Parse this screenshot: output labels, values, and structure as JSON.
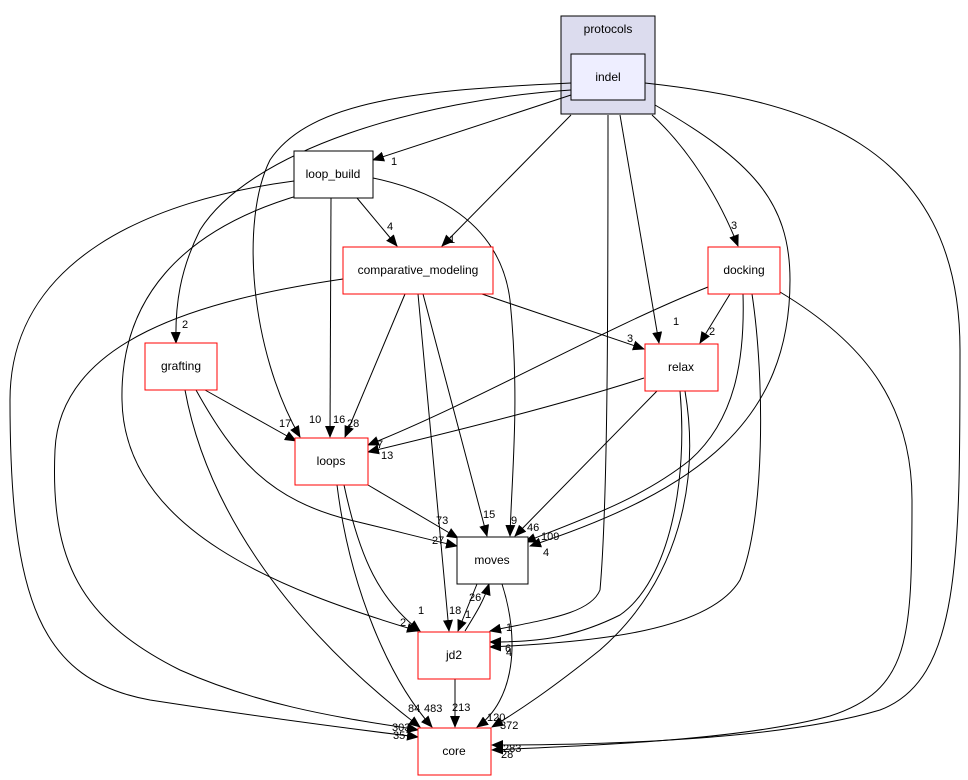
{
  "cluster": {
    "label": "protocols",
    "fill": "#dcdcee",
    "stroke": "#000000"
  },
  "nodes": {
    "indel": {
      "label": "indel",
      "fill": "#eeeeff",
      "stroke": "#000000"
    },
    "loop_build": {
      "label": "loop_build",
      "fill": "#ffffff",
      "stroke": "#000000"
    },
    "comparative_modeling": {
      "label": "comparative_modeling",
      "fill": "#ffffff",
      "stroke": "#ff0000"
    },
    "docking": {
      "label": "docking",
      "fill": "#ffffff",
      "stroke": "#ff0000"
    },
    "grafting": {
      "label": "grafting",
      "fill": "#ffffff",
      "stroke": "#ff0000"
    },
    "relax": {
      "label": "relax",
      "fill": "#ffffff",
      "stroke": "#ff0000"
    },
    "loops": {
      "label": "loops",
      "fill": "#ffffff",
      "stroke": "#ff0000"
    },
    "moves": {
      "label": "moves",
      "fill": "#ffffff",
      "stroke": "#000000"
    },
    "jd2": {
      "label": "jd2",
      "fill": "#ffffff",
      "stroke": "#ff0000"
    },
    "core": {
      "label": "core",
      "fill": "#ffffff",
      "stroke": "#ff0000"
    }
  },
  "edges": [
    {
      "from": "indel",
      "to": "loop_build",
      "label": "1"
    },
    {
      "from": "indel",
      "to": "comparative_modeling",
      "label": "1"
    },
    {
      "from": "indel",
      "to": "docking",
      "label": "3"
    },
    {
      "from": "indel",
      "to": "grafting",
      "label": "2"
    },
    {
      "from": "indel",
      "to": "relax",
      "label": "1"
    },
    {
      "from": "indel",
      "to": "loops",
      "label": "10"
    },
    {
      "from": "indel",
      "to": "moves",
      "label": "109"
    },
    {
      "from": "indel",
      "to": "jd2",
      "label": "1"
    },
    {
      "from": "indel",
      "to": "core",
      "label": "283"
    },
    {
      "from": "loop_build",
      "to": "comparative_modeling",
      "label": "4"
    },
    {
      "from": "loop_build",
      "to": "loops",
      "label": "16"
    },
    {
      "from": "loop_build",
      "to": "moves",
      "label": "9"
    },
    {
      "from": "loop_build",
      "to": "jd2",
      "label": "2"
    },
    {
      "from": "loop_build",
      "to": "core",
      "label": "35"
    },
    {
      "from": "comparative_modeling",
      "to": "relax",
      "label": "3"
    },
    {
      "from": "comparative_modeling",
      "to": "loops",
      "label": "28"
    },
    {
      "from": "comparative_modeling",
      "to": "moves",
      "label": "15"
    },
    {
      "from": "comparative_modeling",
      "to": "jd2",
      "label": "18"
    },
    {
      "from": "comparative_modeling",
      "to": "core",
      "label": "303"
    },
    {
      "from": "docking",
      "to": "relax",
      "label": "2"
    },
    {
      "from": "docking",
      "to": "loops",
      "label": "7"
    },
    {
      "from": "docking",
      "to": "moves",
      "label": "46"
    },
    {
      "from": "docking",
      "to": "jd2",
      "label": "6"
    },
    {
      "from": "docking",
      "to": "core",
      "label": "28"
    },
    {
      "from": "grafting",
      "to": "loops",
      "label": "17"
    },
    {
      "from": "grafting",
      "to": "moves",
      "label": "27"
    },
    {
      "from": "grafting",
      "to": "core",
      "label": "84"
    },
    {
      "from": "relax",
      "to": "loops",
      "label": "13"
    },
    {
      "from": "relax",
      "to": "moves",
      "label": "4"
    },
    {
      "from": "relax",
      "to": "jd2",
      "label": "4"
    },
    {
      "from": "relax",
      "to": "core",
      "label": "372"
    },
    {
      "from": "loops",
      "to": "moves",
      "label": "73"
    },
    {
      "from": "loops",
      "to": "jd2",
      "label": "1"
    },
    {
      "from": "loops",
      "to": "core",
      "label": "483"
    },
    {
      "from": "moves",
      "to": "jd2",
      "label": "1"
    },
    {
      "from": "moves",
      "to": "core",
      "label": "120"
    },
    {
      "from": "jd2",
      "to": "moves",
      "label": "26"
    },
    {
      "from": "jd2",
      "to": "core",
      "label": "213"
    }
  ]
}
